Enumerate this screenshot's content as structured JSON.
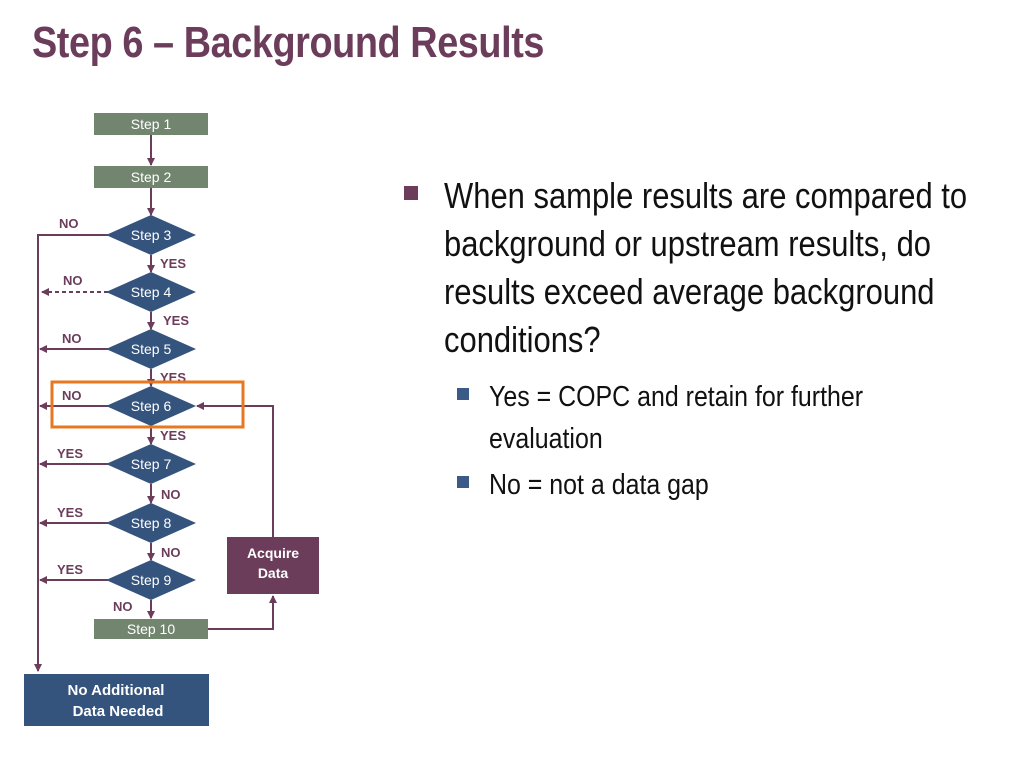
{
  "slide": {
    "title": "Step 6 – Background Results"
  },
  "flowchart": {
    "start_step": "Step 1",
    "step2": "Step 2",
    "decisions": [
      "Step 3",
      "Step 4",
      "Step 5",
      "Step 6",
      "Step 7",
      "Step 8",
      "Step 9"
    ],
    "end_step": "Step 10",
    "acquire_box": [
      "Acquire",
      "Data"
    ],
    "terminal_box": [
      "No Additional",
      "Data Needed"
    ],
    "branch_labels": [
      "NO",
      "NO",
      "NO",
      "NO",
      "YES",
      "YES",
      "YES"
    ],
    "down_labels": [
      "YES",
      "YES",
      "YES",
      "YES",
      "NO",
      "NO",
      "NO"
    ],
    "highlighted_step": "Step 6",
    "colors": {
      "step_box": "#72866f",
      "decision": "#34537d",
      "acquire": "#6b3d5b",
      "terminal": "#34537d",
      "arrow": "#6b3d5b",
      "highlight": "#e87722"
    }
  },
  "bullets": {
    "main": "When sample results are compared to background or upstream results, do results exceed average background conditions?",
    "sub": [
      "Yes = COPC and retain for further evaluation",
      "No = not a data gap"
    ]
  }
}
